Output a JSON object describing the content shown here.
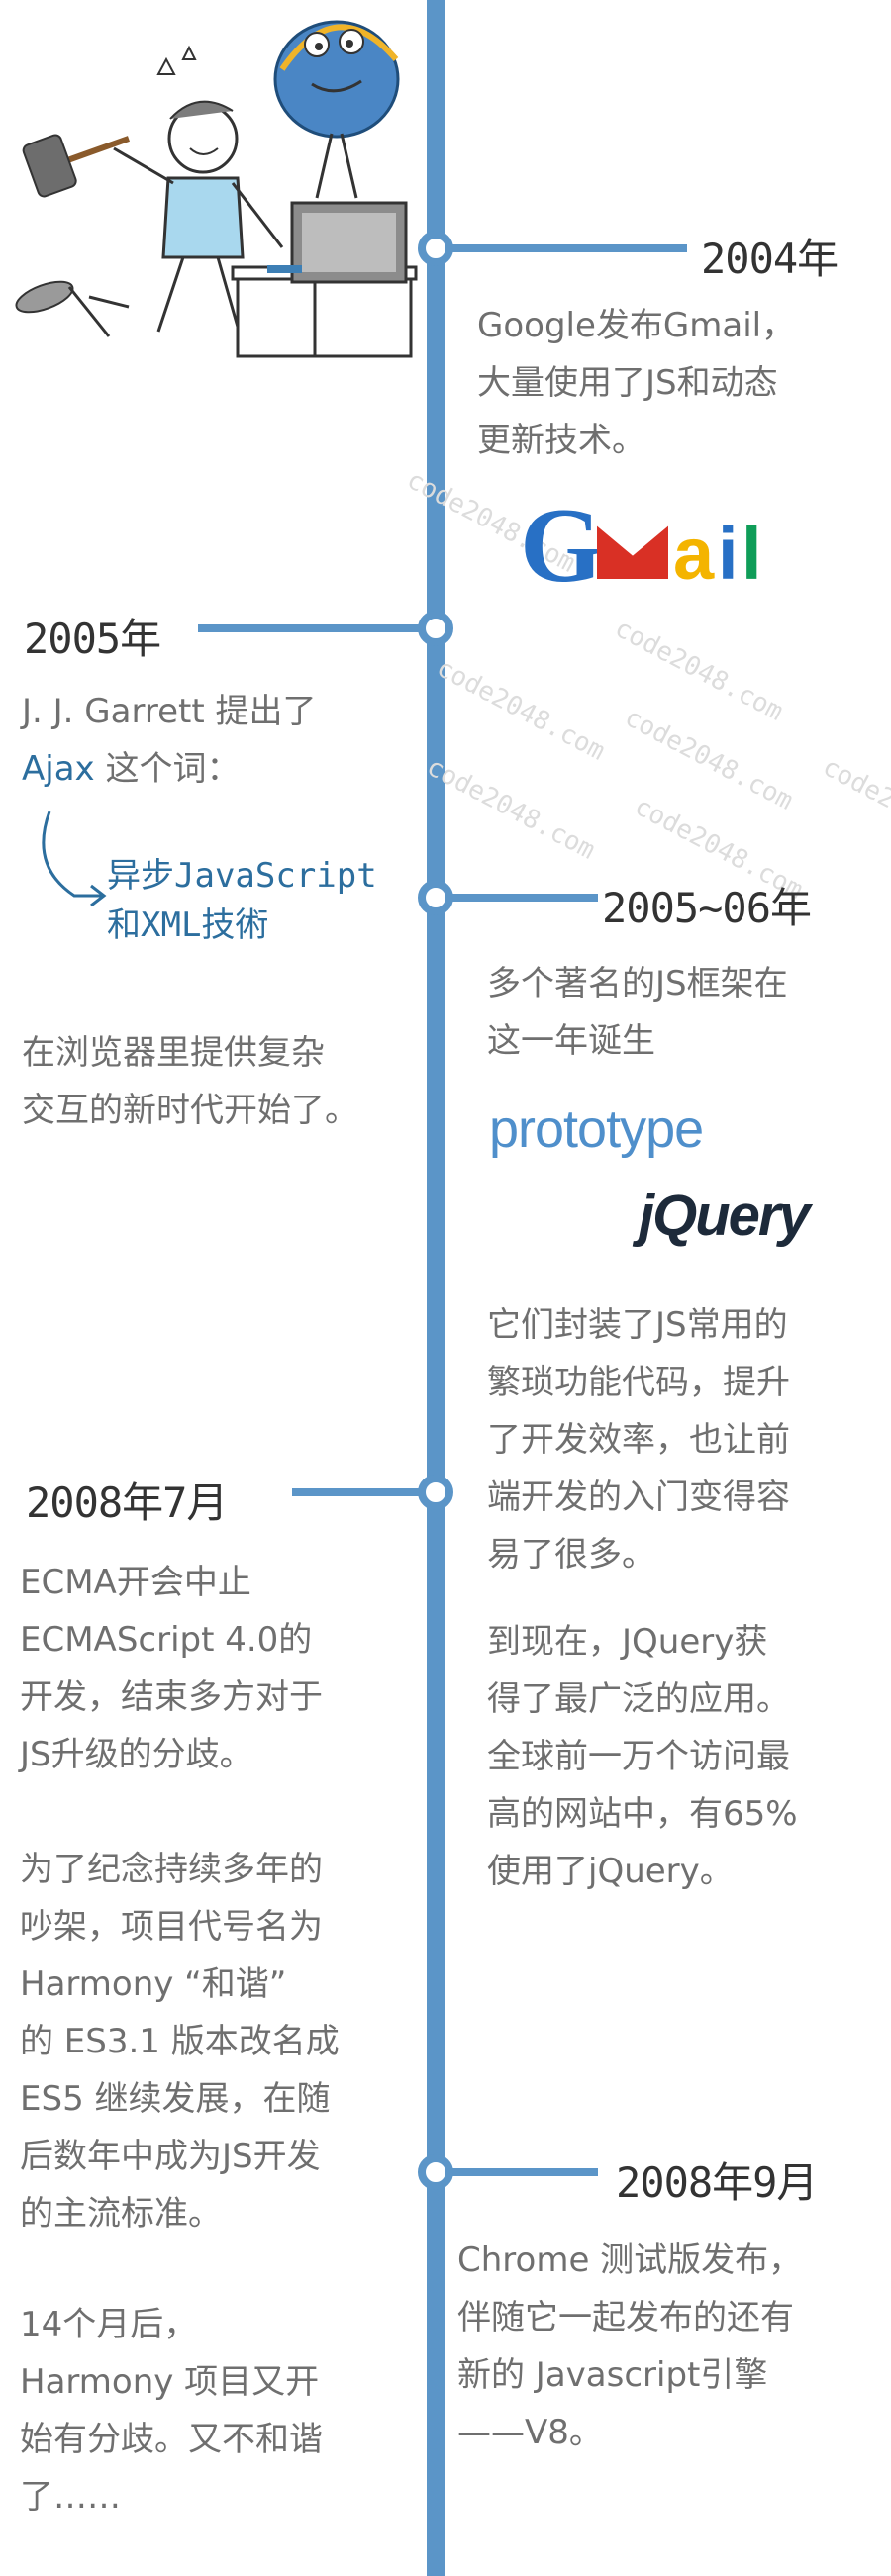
{
  "entries": {
    "e2004": {
      "year": "2004年",
      "text": "Google发布Gmail，\n大量使用了JS和动态\n更新技术。",
      "logo": "Gmail"
    },
    "e2005": {
      "year": "2005年",
      "line1": "J. J. Garrett 提出了",
      "ajax": "Ajax",
      "ajax_rest": " 这个词：",
      "note": "异步JavaScript\n和XML技術",
      "text2": "在浏览器里提供复杂\n交互的新时代开始了。"
    },
    "e2005_06": {
      "year": "2005~06年",
      "text": "多个著名的JS框架在\n这一年诞生",
      "logo_prototype": "prototype",
      "logo_jquery": "jQuery",
      "text2": "它们封装了JS常用的\n繁琐功能代码，提升\n了开发效率，也让前\n端开发的入门变得容\n易了很多。",
      "text3": "到现在，JQuery获\n得了最广泛的应用。\n全球前一万个访问最\n高的网站中，有65%\n使用了jQuery。"
    },
    "e2008_7": {
      "year": "2008年7月",
      "text": "ECMA开会中止\nECMAScript 4.0的\n开发，结束多方对于\nJS升级的分歧。",
      "text2": "为了纪念持续多年的\n吵架，项目代号名为\nHarmony “和谐”\n的 ES3.1 版本改名成\nES5 继续发展，在随\n后数年中成为JS开发\n的主流标准。",
      "text3": "14个月后，\nHarmony 项目又开\n始有分歧。又不和谐\n了……"
    },
    "e2008_9": {
      "year": "2008年9月",
      "text": "Chrome 测试版发布，\n伴随它一起发布的还有\n新的 Javascript引擎\n——V8。"
    }
  },
  "watermark": "code2048.com",
  "colors": {
    "timeline": "#5b95c8",
    "accent_text": "#2c6e9e",
    "body_text": "#6f6f6f",
    "year_text": "#333333"
  }
}
